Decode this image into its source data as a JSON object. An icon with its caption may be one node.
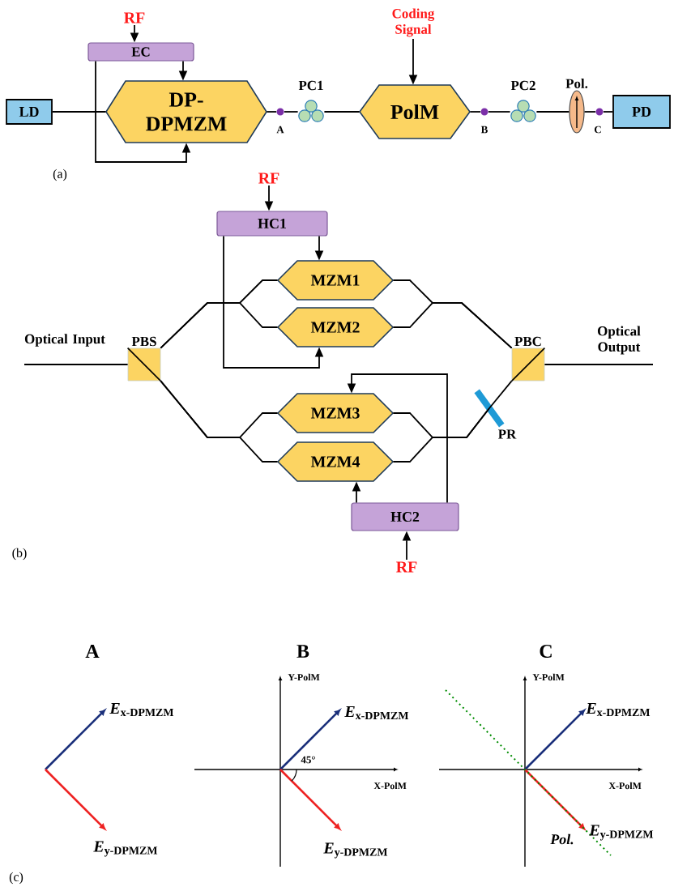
{
  "diagram": {
    "nodes": [
      {
        "text": [
          "RF"
        ]
      },
      {
        "text": [
          "EC"
        ]
      },
      {
        "text": [
          "LD"
        ]
      },
      {
        "text": [
          "DP-DPMZM"
        ]
      },
      {
        "text": [],
        "shape": "circle",
        "beside": [
          "A"
        ]
      },
      {
        "text": [
          "PC1"
        ]
      },
      {
        "text": [
          "Coding Signal"
        ]
      },
      {
        "text": [
          "PolM"
        ]
      },
      {
        "text": [],
        "shape": "circle",
        "beside": [
          "B"
        ]
      },
      {
        "text": [
          "PC2"
        ]
      },
      {
        "text": [
          "Pol."
        ]
      },
      {
        "text": [],
        "shape": "circle",
        "beside": [
          "C"
        ]
      },
      {
        "text": [
          "PD"
        ]
      },
      {
        "text": [
          "RF"
        ]
      },
      {
        "text": [
          "HC1"
        ]
      },
      {
        "text": [
          "MZM1"
        ]
      },
      {
        "text": [
          "MZM2"
        ]
      },
      {
        "text": [
          "PBS"
        ]
      },
      {
        "text": [
          "PBC"
        ]
      },
      {
        "text": [
          "MZM3"
        ]
      },
      {
        "text": [
          "MZM4"
        ]
      },
      {
        "text": [
          "PR"
        ]
      },
      {
        "text": [
          "HC2"
        ]
      },
      {
        "text": [
          "RF"
        ]
      }
    ],
    "edges": [
      {
        "from": 0,
        "to": 1,
        "arrow": "to"
      },
      {
        "from": 1,
        "to": 3,
        "arrow": "to"
      },
      {
        "from": 1,
        "to": 3,
        "arrow": "to"
      },
      {
        "from": 2,
        "to": 3,
        "arrow": "none"
      },
      {
        "from": 3,
        "to": 4,
        "arrow": "none"
      },
      {
        "from": 4,
        "to": 5,
        "arrow": "none"
      },
      {
        "from": 5,
        "to": 7,
        "arrow": "none"
      },
      {
        "from": 6,
        "to": 7,
        "arrow": "to"
      },
      {
        "from": 7,
        "to": 8,
        "arrow": "none"
      },
      {
        "from": 8,
        "to": 9,
        "arrow": "none"
      },
      {
        "from": 9,
        "to": 10,
        "arrow": "none"
      },
      {
        "from": 10,
        "to": 11,
        "arrow": "none"
      },
      {
        "from": 11,
        "to": 12,
        "arrow": "none"
      },
      {
        "from": null,
        "to": 17,
        "arrow": "none",
        "label": "Optical Input"
      },
      {
        "from": 17,
        "to": 15,
        "arrow": "none"
      },
      {
        "from": 17,
        "to": 16,
        "arrow": "none"
      },
      {
        "from": 17,
        "to": 19,
        "arrow": "none"
      },
      {
        "from": 17,
        "to": 20,
        "arrow": "none"
      },
      {
        "from": 15,
        "to": 18,
        "arrow": "none"
      },
      {
        "from": 16,
        "to": 18,
        "arrow": "none"
      },
      {
        "from": 19,
        "to": 21,
        "arrow": "none"
      },
      {
        "from": 20,
        "to": 21,
        "arrow": "none"
      },
      {
        "from": 21,
        "to": 18,
        "arrow": "none"
      },
      {
        "from": 18,
        "to": null,
        "arrow": "none",
        "label": "Optical Output"
      },
      {
        "from": 13,
        "to": 14,
        "arrow": "to"
      },
      {
        "from": 14,
        "to": 15,
        "arrow": "to"
      },
      {
        "from": 14,
        "to": 16,
        "arrow": "to"
      },
      {
        "from": 22,
        "to": 19,
        "arrow": "to"
      },
      {
        "from": 22,
        "to": 20,
        "arrow": "to"
      },
      {
        "from": 23,
        "to": 22,
        "arrow": "to"
      }
    ],
    "labels": [
      "(a)",
      "(b)",
      "A",
      "B",
      "C",
      "Y-PolM",
      "Y-PolM",
      "*E*$_{x-DPMZM}$",
      "*E*$_{x-DPMZM}$",
      "*E*$_{x-DPMZM}$",
      "45°",
      "X-PolM",
      "X-PolM",
      "*E*$_{y-DPMZM}$",
      "*E*$_{y-DPMZM}$",
      "*E*$_{y-DPMZM}$",
      "Pol.",
      "(c)"
    ]
  }
}
